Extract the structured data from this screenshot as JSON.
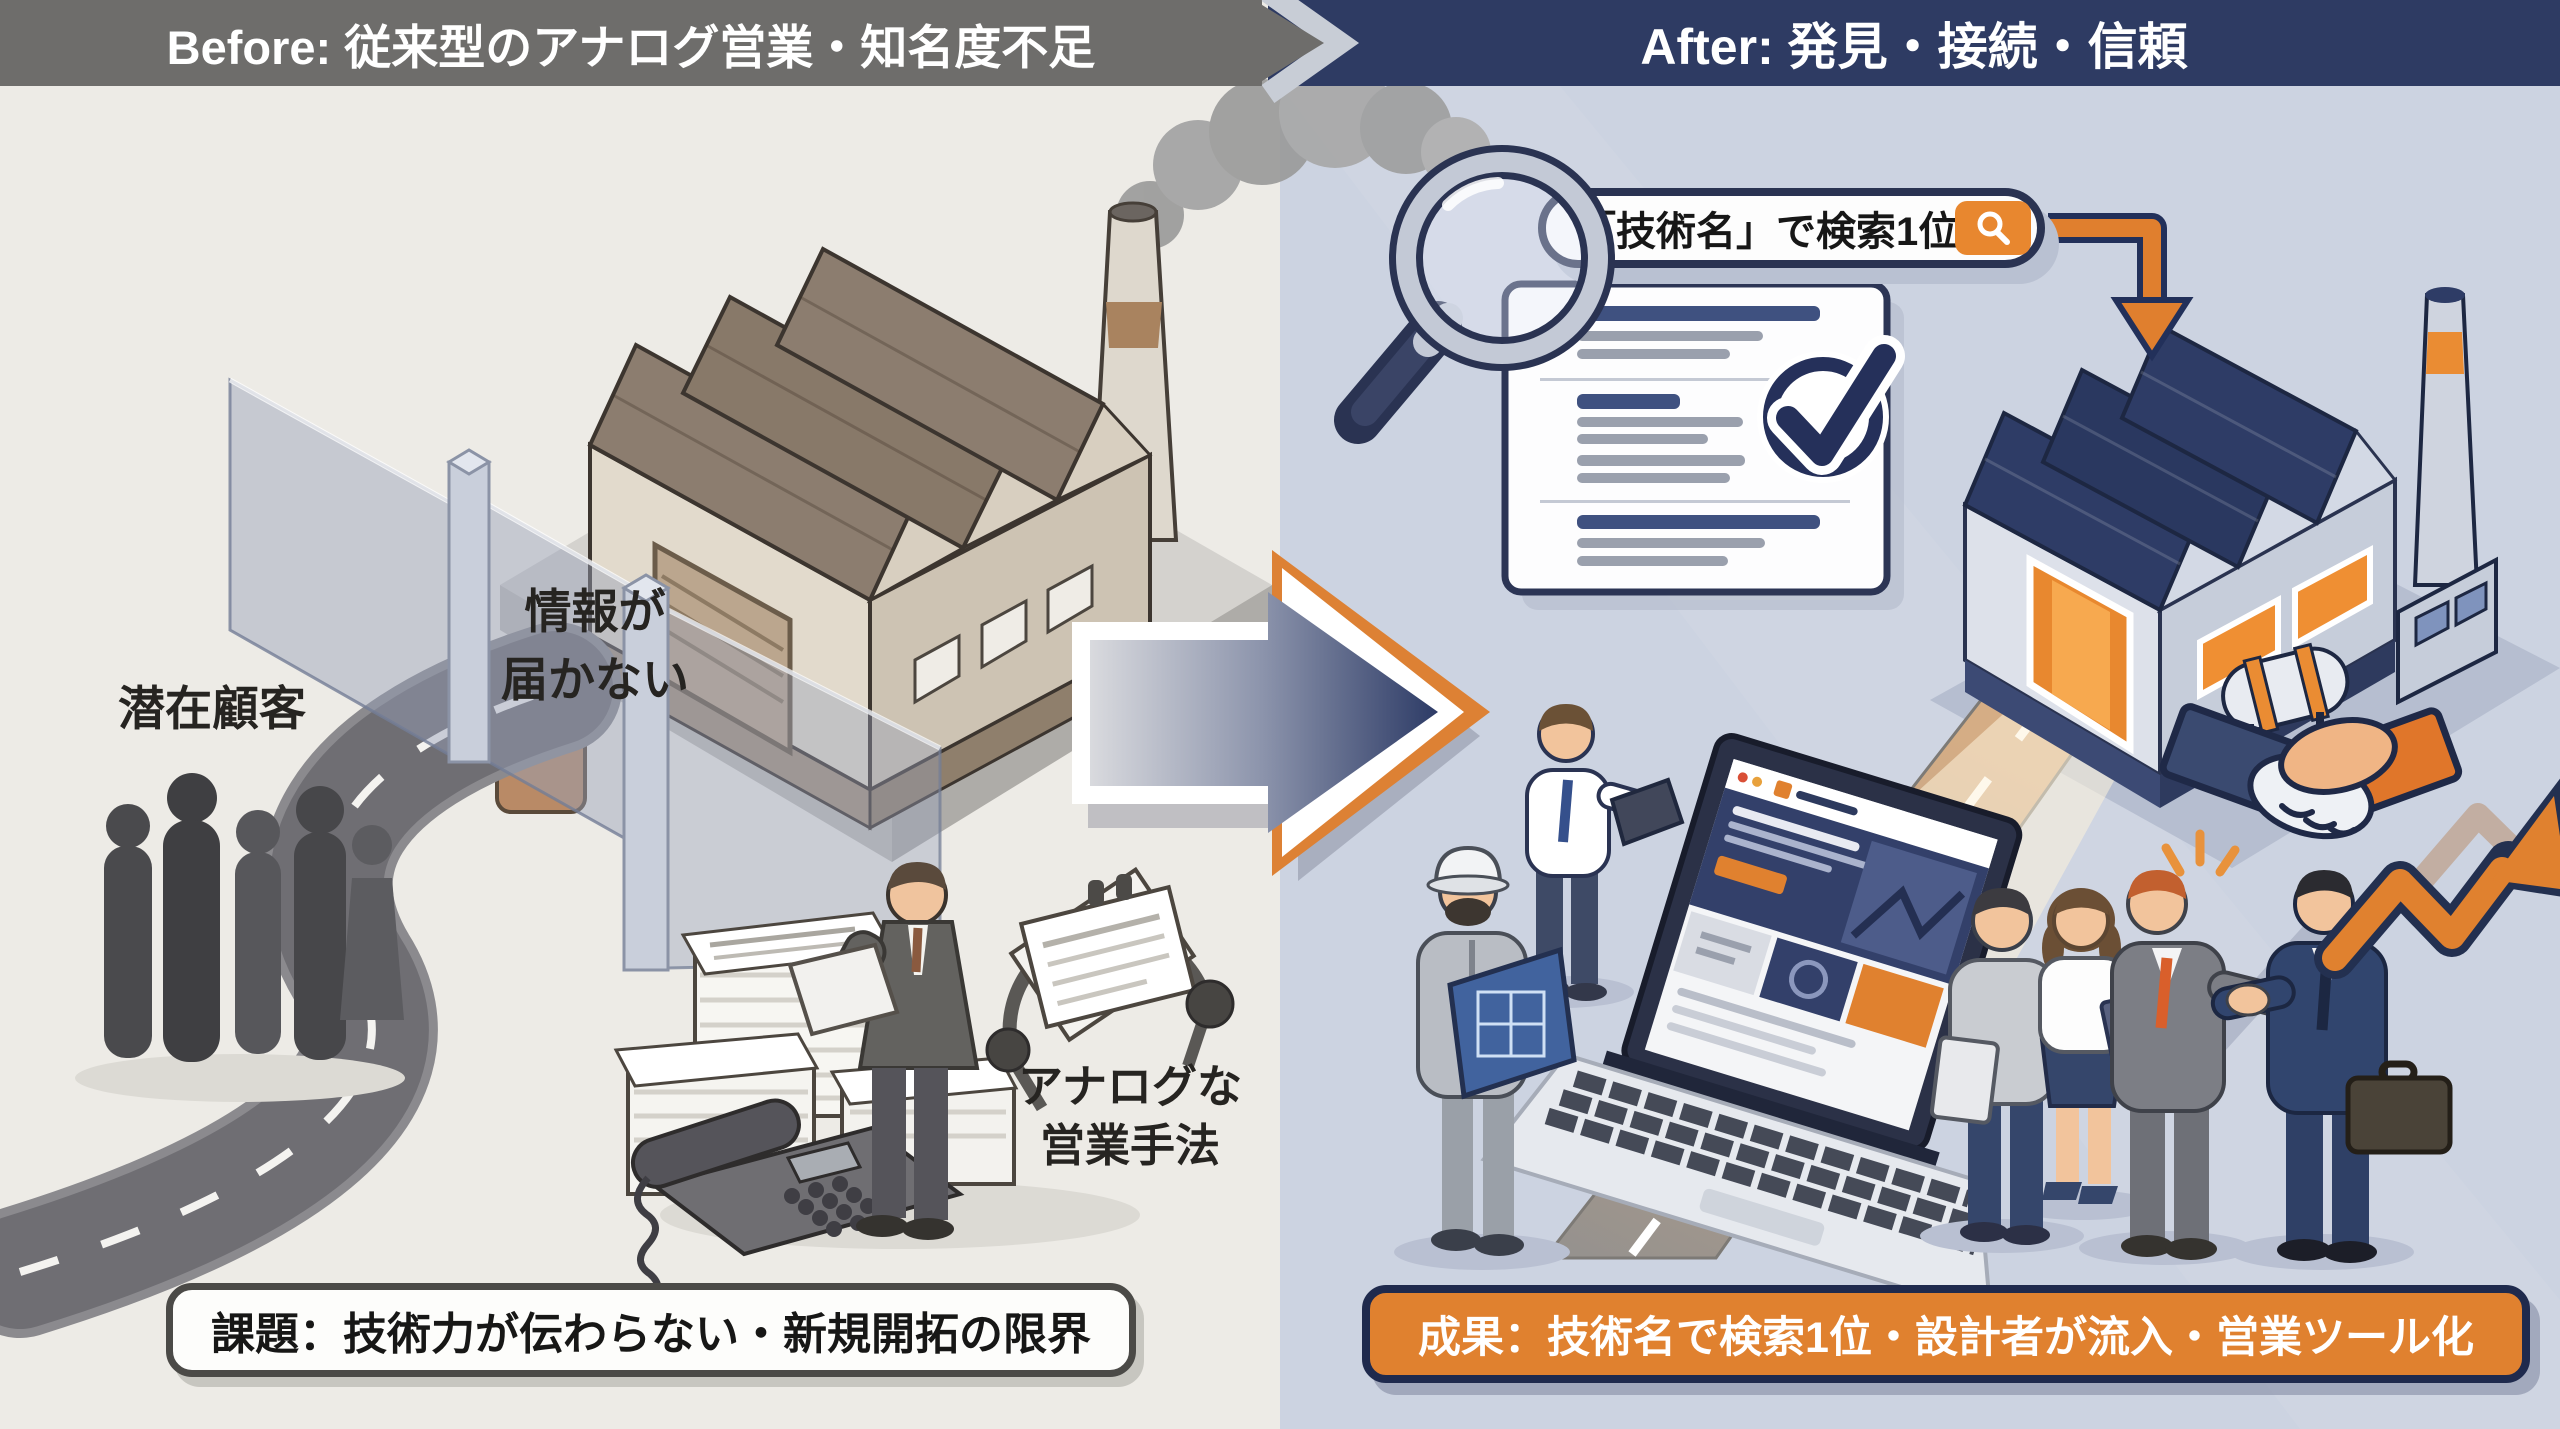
{
  "before": {
    "header": "Before: 従来型のアナログ営業・知名度不足",
    "labels": {
      "potential_customers": "潜在顧客",
      "info_line1": "情報が",
      "info_line2": "届かない",
      "analog_line1": "アナログな",
      "analog_line2": "営業手法"
    },
    "banner": "課題：技術力が伝わらない・新規開拓の限界"
  },
  "after": {
    "header": "After: 発見・接続・信頼",
    "search_query": "「技術名」で検索1位",
    "banner": "成果：技術名で検索1位・設計者が流入・営業ツール化"
  },
  "icons": {
    "search_button": "magnifier-icon",
    "magnifying_glass": "magnifying-glass-icon",
    "check": "check-icon",
    "handshake": "handshake-icon",
    "growth_arrow": "growth-arrow-icon",
    "transition_arrow": "transition-arrow-icon"
  },
  "colors": {
    "accent_orange": "#e0812f",
    "navy": "#2e3b63",
    "before_header_bg": "#6e6d6b",
    "before_bg": "#edebe6",
    "after_bg": "#ccd3e1"
  }
}
